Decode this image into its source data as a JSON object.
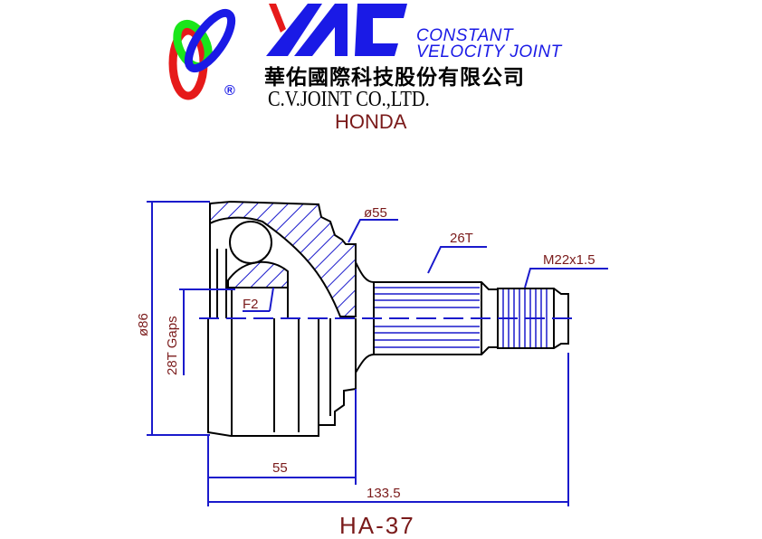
{
  "header": {
    "logo_text": "YAC",
    "registered_mark": "®",
    "tagline_line1": "CONSTANT",
    "tagline_line2": "VELOCITY JOINT",
    "company_chinese": "華佑國際科技股份有限公司",
    "company_english": "C.V.JOINT CO.,LTD.",
    "make": "HONDA"
  },
  "drawing": {
    "outer_diameter": "ø86",
    "abs_gaps": "28T Gaps",
    "boot_diameter": "ø55",
    "spline": "26T",
    "thread": "M22x1.5",
    "seal": "F2",
    "length_housing": "55",
    "length_total": "133.5",
    "part_number": "HA-37"
  },
  "colors": {
    "line": "#1a1acc",
    "text": "#7a1a1a",
    "logo_blue": "#1a1ae6",
    "logo_red": "#e61a1a",
    "logo_green": "#1ae61a"
  }
}
